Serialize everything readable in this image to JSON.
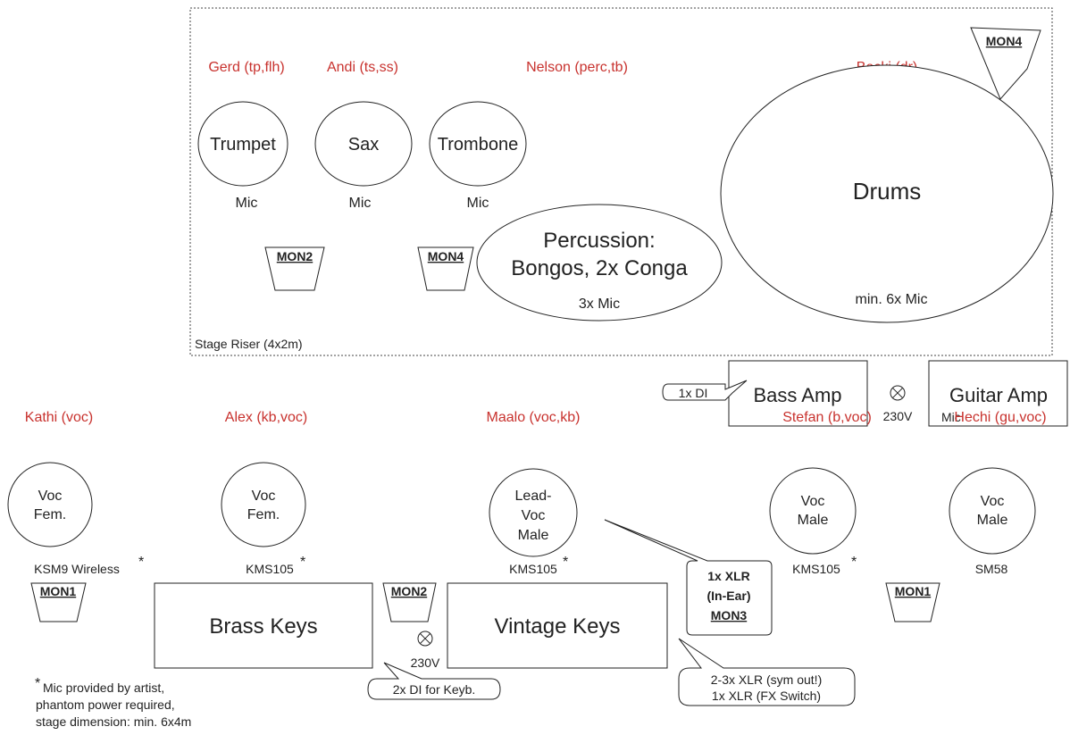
{
  "riser": {
    "label": "Stage Riser (4x2m)",
    "musicians": {
      "gerd": "Gerd (tp,flh)",
      "andi": "Andi (ts,ss)",
      "nelson": "Nelson (perc,tb)",
      "becki": "Becki (dr)"
    },
    "trumpet": {
      "label": "Trumpet",
      "mic": "Mic"
    },
    "sax": {
      "label": "Sax",
      "mic": "Mic"
    },
    "trombone": {
      "label": "Trombone",
      "mic": "Mic"
    },
    "percussion": {
      "line1": "Percussion:",
      "line2": "Bongos, 2x Conga",
      "mic": "3x Mic"
    },
    "drums": {
      "label": "Drums",
      "mic": "min. 6x Mic"
    },
    "monitors": {
      "mon2": "MON2",
      "mon4": "MON4",
      "mon4_corner": "MON4"
    }
  },
  "amps": {
    "bass": "Bass Amp",
    "guitar": "Guitar Amp",
    "guitar_mic": "Mic",
    "di": "1x DI",
    "power": "230V"
  },
  "front": {
    "musicians": {
      "kathi": "Kathi (voc)",
      "alex": "Alex (kb,voc)",
      "maalo": "Maalo (voc,kb)",
      "stefan": "Stefan (b,voc)",
      "hechi": "Hechi (gu,voc)"
    },
    "kathi_vox": {
      "line1": "Voc",
      "line2": "Fem.",
      "mic": "KSM9 Wireless",
      "star": "*"
    },
    "alex_vox": {
      "line1": "Voc",
      "line2": "Fem.",
      "mic": "KMS105",
      "star": "*"
    },
    "maalo_vox": {
      "line1": "Lead-",
      "line2": "Voc",
      "line3": "Male",
      "mic": "KMS105",
      "star": "*"
    },
    "stefan_vox": {
      "line1": "Voc",
      "line2": "Male",
      "mic": "KMS105",
      "star": "*"
    },
    "hechi_vox": {
      "line1": "Voc",
      "line2": "Male",
      "mic": "SM58"
    },
    "brass_keys": "Brass Keys",
    "vintage_keys": "Vintage Keys",
    "power": "230V",
    "monitors": {
      "mon1_left": "MON1",
      "mon2": "MON2",
      "mon1_right": "MON1"
    },
    "callouts": {
      "inear": {
        "line1": "1x XLR",
        "line2": "(In-Ear)",
        "line3": "MON3"
      },
      "keyb_di": "2x DI for Keyb.",
      "vintage_xlr": {
        "line1": "2-3x XLR (sym out!)",
        "line2": "1x XLR (FX Switch)"
      }
    }
  },
  "footnote": {
    "star": "*",
    "line1": "Mic provided by artist,",
    "line2": "phantom power required,",
    "line3": "stage dimension: min. 6x4m"
  }
}
